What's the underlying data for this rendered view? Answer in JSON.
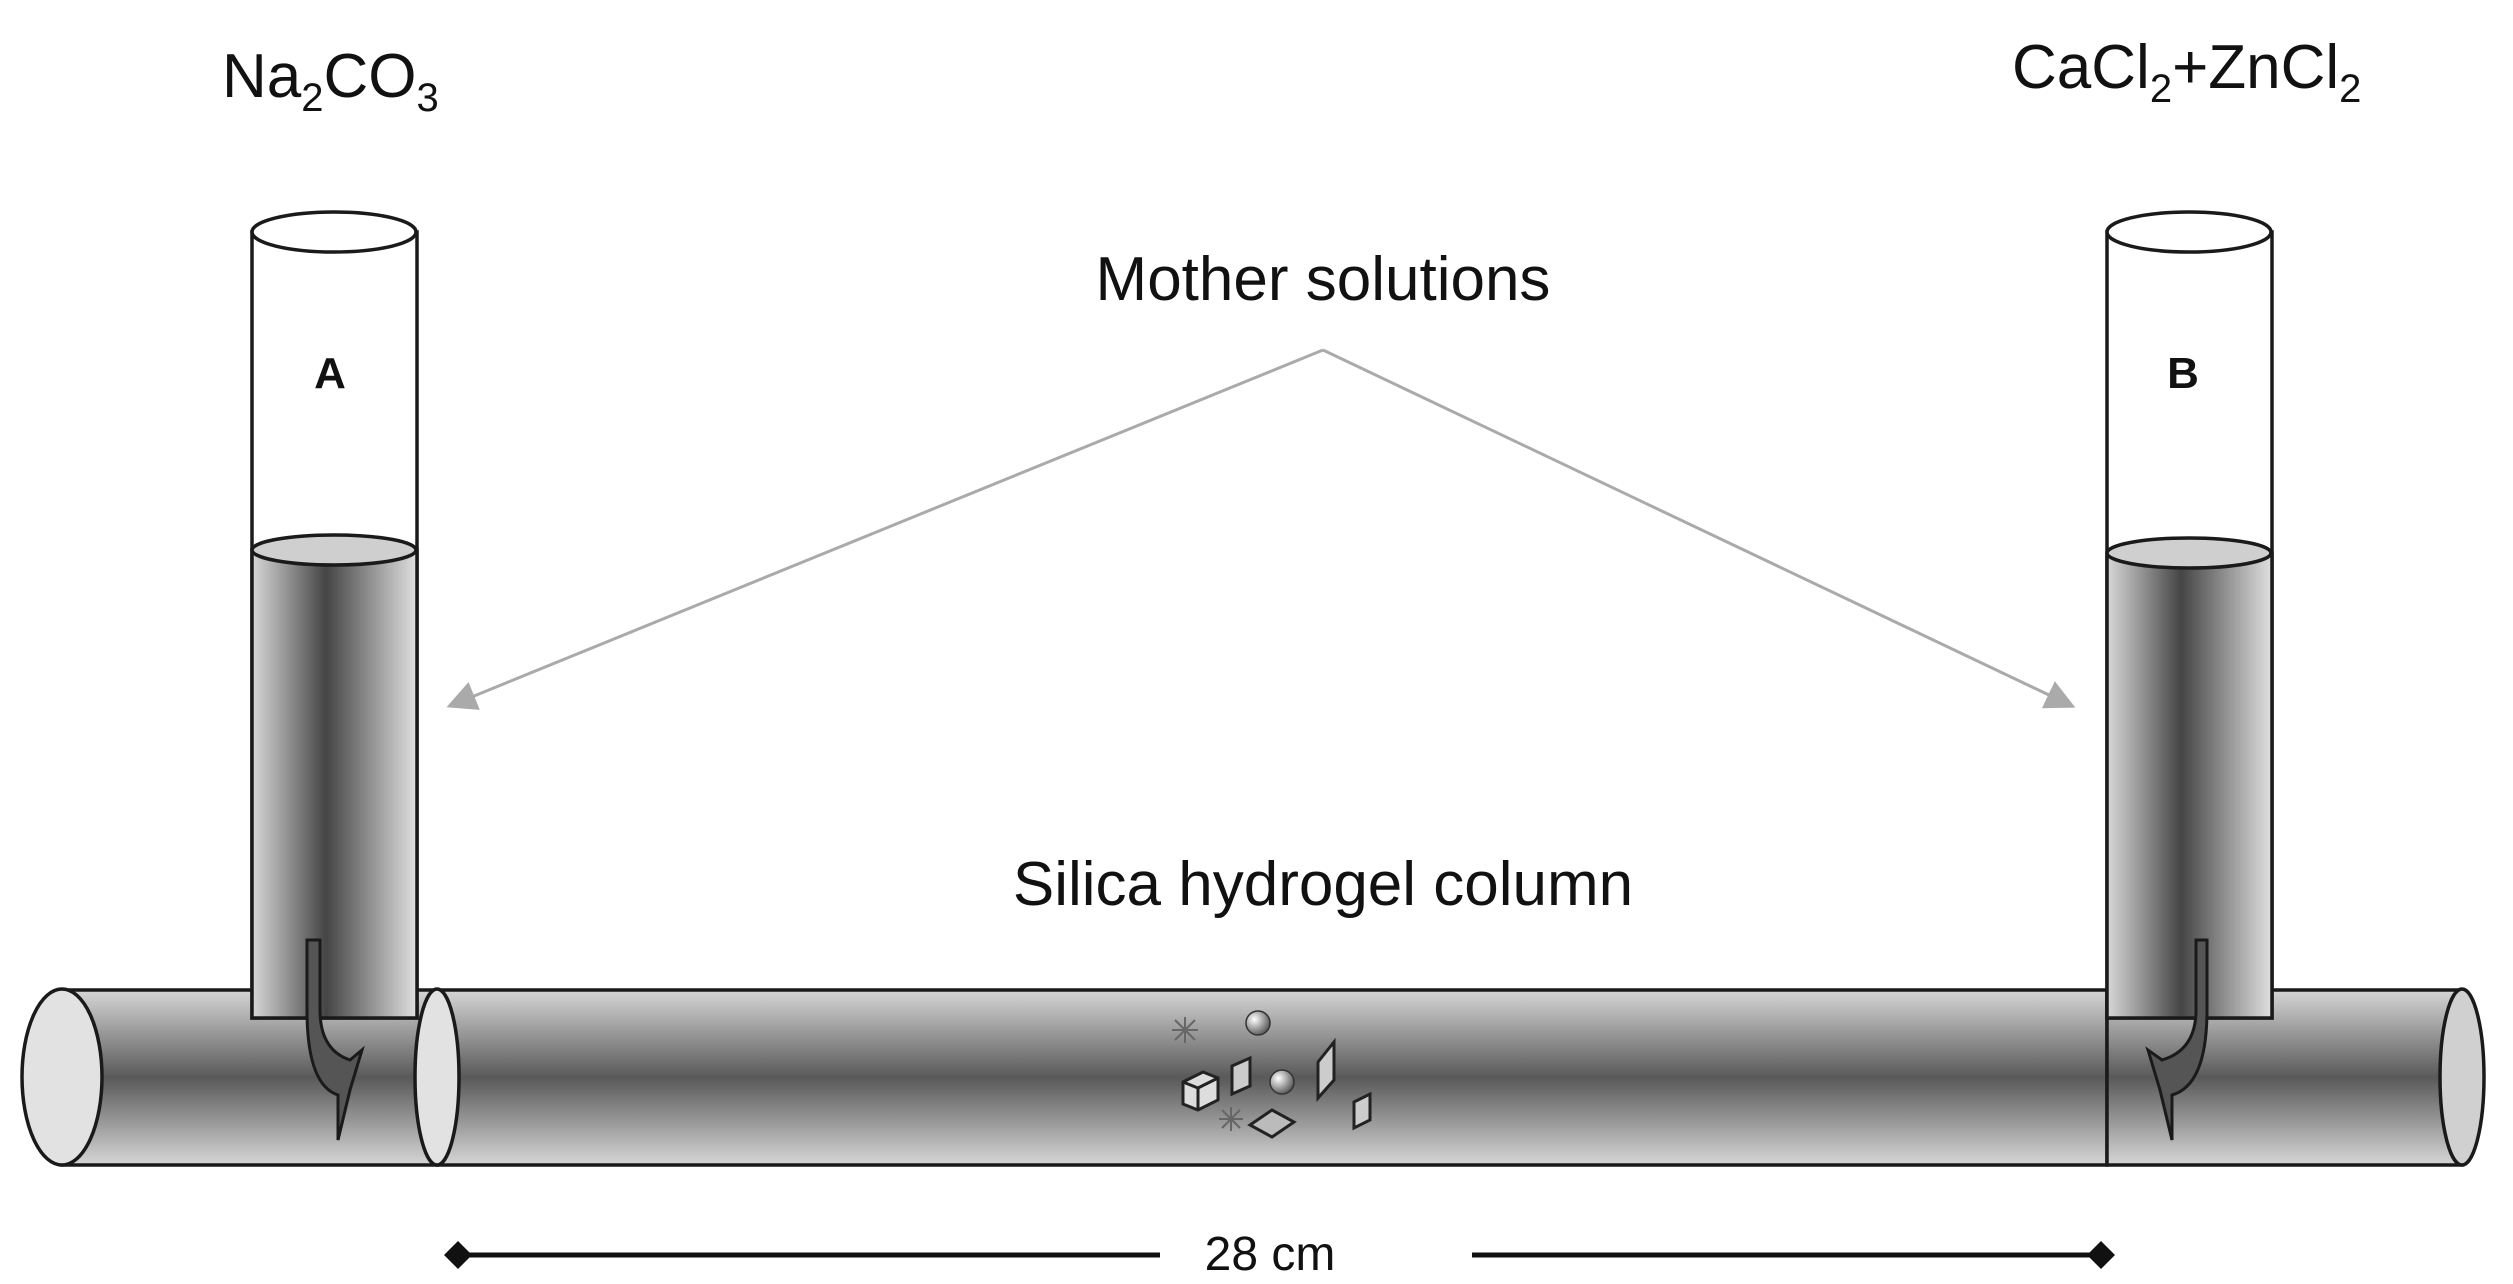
{
  "labels": {
    "reagent_left_main": "Na",
    "reagent_left_sub1": "2",
    "reagent_left_mid": "CO",
    "reagent_left_sub2": "3",
    "reagent_right_a": "CaCl",
    "reagent_right_sub1": "2",
    "reagent_right_b": "+ZnCl",
    "reagent_right_sub2": "2",
    "mother_solutions": "Mother solutions",
    "tube_a": "A",
    "tube_b": "B",
    "column": "Silica hydrogel column",
    "length": "28 cm"
  },
  "colors": {
    "outline": "#1a1a1a",
    "arrow": "#aaaaaa",
    "liquid_dark": "#4d4d4d",
    "liquid_light": "#dcdcdc"
  }
}
